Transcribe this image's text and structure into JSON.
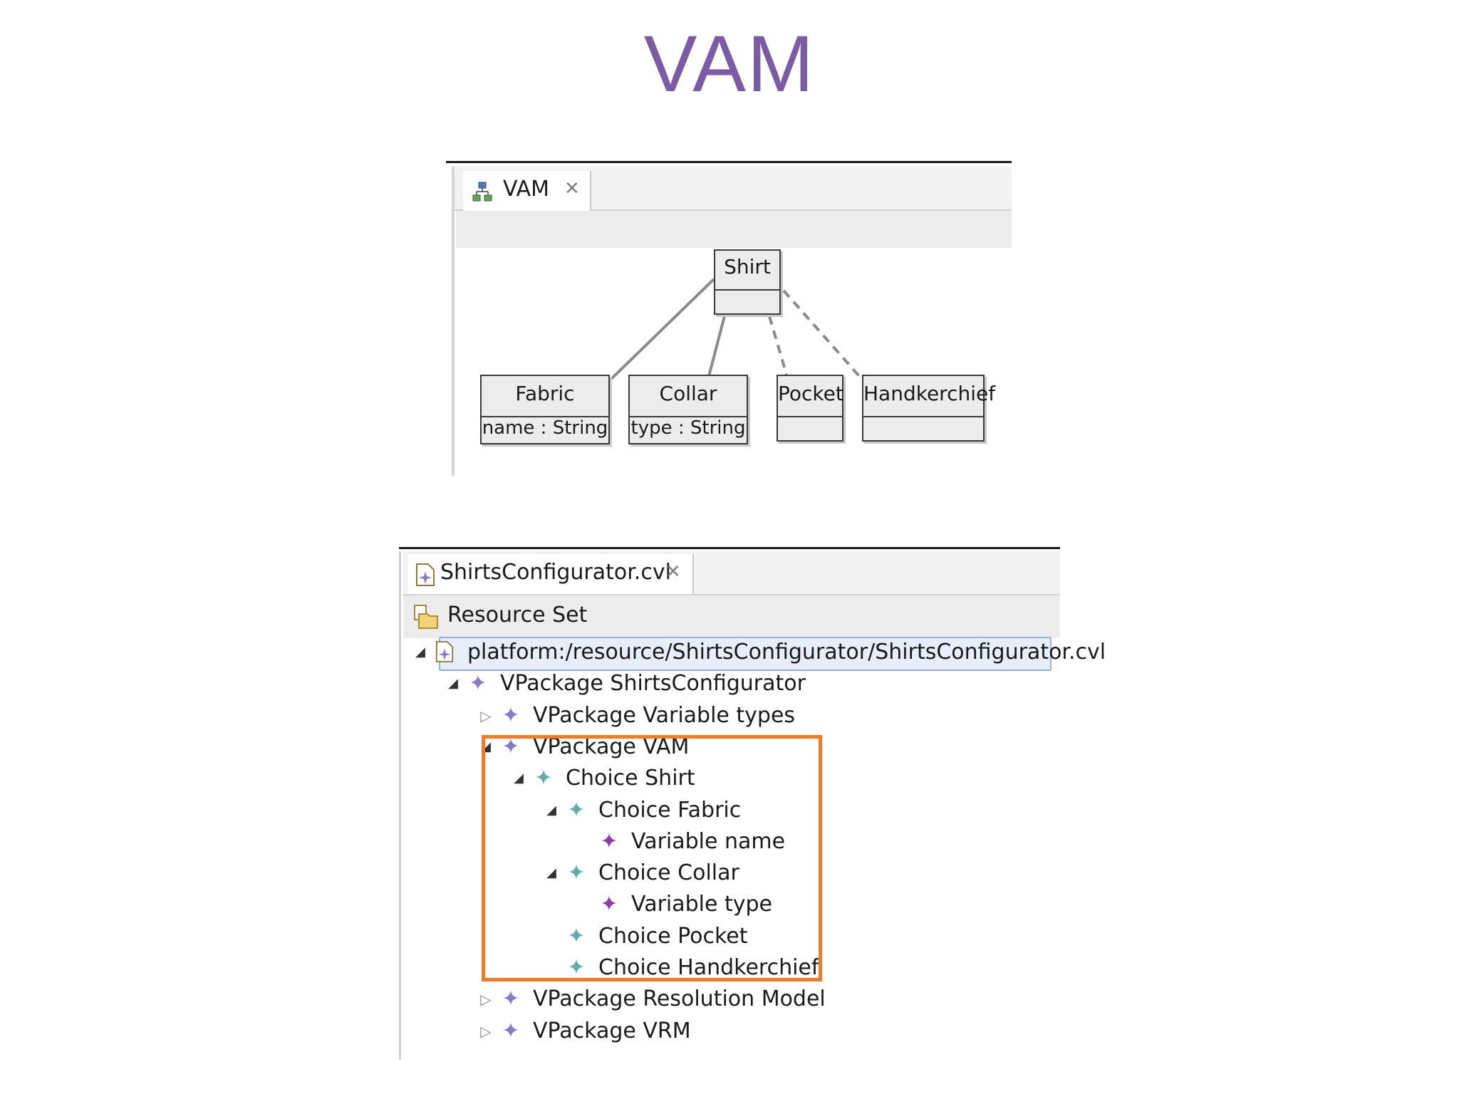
{
  "slide": {
    "title": "VAM"
  },
  "vam_editor": {
    "tab": {
      "label": "VAM",
      "icon": "class-diagram-icon",
      "close_icon": "close-icon"
    },
    "classes": [
      {
        "id": "shirt",
        "name": "Shirt",
        "attribute": ""
      },
      {
        "id": "fabric",
        "name": "Fabric",
        "attribute": "name : String"
      },
      {
        "id": "collar",
        "name": "Collar",
        "attribute": "type : String"
      },
      {
        "id": "pocket",
        "name": "Pocket",
        "attribute": ""
      },
      {
        "id": "handkerchief",
        "name": "Handkerchief",
        "attribute": ""
      }
    ],
    "relations": [
      {
        "from": "Shirt",
        "to": "Fabric",
        "style": "solid"
      },
      {
        "from": "Shirt",
        "to": "Collar",
        "style": "solid"
      },
      {
        "from": "Shirt",
        "to": "Pocket",
        "style": "dashed"
      },
      {
        "from": "Shirt",
        "to": "Handkerchief",
        "style": "dashed"
      }
    ]
  },
  "cvl_editor": {
    "tab": {
      "label": "ShirtsConfigurator.cvl",
      "icon": "cvl-file-icon",
      "close_icon": "close-icon"
    },
    "header": {
      "label": "Resource Set",
      "icon": "resource-set-icon"
    },
    "tree": [
      {
        "label": "platform:/resource/ShirtsConfigurator/ShirtsConfigurator.cvl",
        "level": 0,
        "expander": "expanded",
        "icon": "cvl-file-icon",
        "selected": true
      },
      {
        "label": "VPackage ShirtsConfigurator",
        "level": 1,
        "expander": "expanded",
        "icon": "vpackage-icon"
      },
      {
        "label": "VPackage Variable types",
        "level": 2,
        "expander": "collapsed",
        "icon": "vpackage-icon"
      },
      {
        "label": "VPackage VAM",
        "level": 2,
        "expander": "expanded",
        "icon": "vpackage-icon"
      },
      {
        "label": "Choice Shirt",
        "level": 3,
        "expander": "expanded",
        "icon": "choice-icon"
      },
      {
        "label": "Choice Fabric",
        "level": 4,
        "expander": "expanded",
        "icon": "choice-icon"
      },
      {
        "label": "Variable name",
        "level": 5,
        "expander": "none",
        "icon": "variable-icon"
      },
      {
        "label": "Choice Collar",
        "level": 4,
        "expander": "expanded",
        "icon": "choice-icon"
      },
      {
        "label": "Variable type",
        "level": 5,
        "expander": "none",
        "icon": "variable-icon"
      },
      {
        "label": "Choice Pocket",
        "level": 4,
        "expander": "none",
        "icon": "choice-icon"
      },
      {
        "label": "Choice Handkerchief",
        "level": 4,
        "expander": "none",
        "icon": "choice-icon"
      },
      {
        "label": "VPackage Resolution Model",
        "level": 2,
        "expander": "collapsed",
        "icon": "vpackage-icon"
      },
      {
        "label": "VPackage VRM",
        "level": 2,
        "expander": "collapsed",
        "icon": "vpackage-icon"
      }
    ]
  },
  "colors": {
    "title": "#7b5aa6",
    "highlight_box": "#f47b24",
    "selection": "#e6eef9"
  }
}
